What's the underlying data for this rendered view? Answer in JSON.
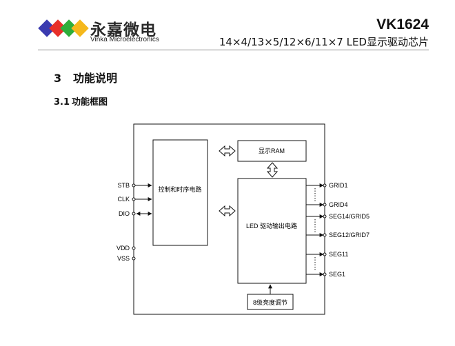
{
  "header": {
    "brand_cn": "永嘉微电",
    "brand_en": "Vinka Microelectronics",
    "model": "VK1624",
    "subtitle": "14×4/13×5/12×6/11×7  LED显示驱动芯片"
  },
  "section": {
    "number": "3",
    "title": "功能说明",
    "sub_number": "3.1",
    "sub_title": "功能框图"
  },
  "diagram": {
    "blocks": {
      "control": "控制和时序电路",
      "ram": "显示RAM",
      "driver": "LED 驱动输出电路",
      "brightness": "8级亮度调节"
    },
    "left_pins": [
      "STB",
      "CLK",
      "DIO",
      "VDD",
      "VSS"
    ],
    "right_pins": [
      "GRID1",
      "GRID4",
      "SEG14/GRID5",
      "SEG12/GRID7",
      "SEG11",
      "SEG1"
    ]
  },
  "colors": {
    "logo": [
      "#3b3bb0",
      "#e8302a",
      "#2eae3a",
      "#f5b81c",
      "#8a2be2"
    ]
  }
}
